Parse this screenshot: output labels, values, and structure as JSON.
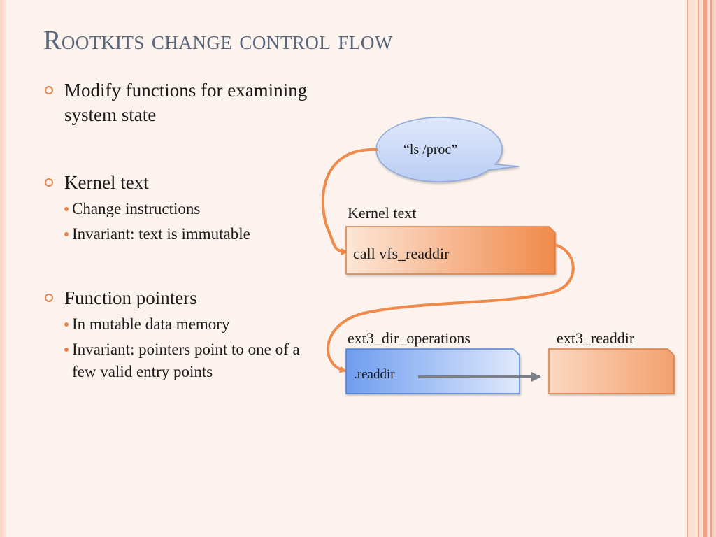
{
  "slide": {
    "title": "Rootkits change control flow",
    "bullets": [
      {
        "text": "Modify functions for examining system state",
        "sub": []
      },
      {
        "text": "Kernel text",
        "sub": [
          "Change instructions",
          "Invariant: text is immutable"
        ]
      },
      {
        "text": "Function pointers",
        "sub": [
          "In mutable data memory",
          "Invariant: pointers point to one of a few valid entry points"
        ]
      }
    ]
  },
  "diagram": {
    "bubble_text": "“ls /proc”",
    "kernel_text_label": "Kernel text",
    "kernel_box_text": "call vfs_readdir",
    "ops_label": "ext3_dir_operations",
    "ops_box_text": ".readdir",
    "target_label": "ext3_readdir",
    "colors": {
      "orange": "#f08a4b",
      "blue": "#6f9df0",
      "arrow_gray": "#7a7f88"
    }
  }
}
